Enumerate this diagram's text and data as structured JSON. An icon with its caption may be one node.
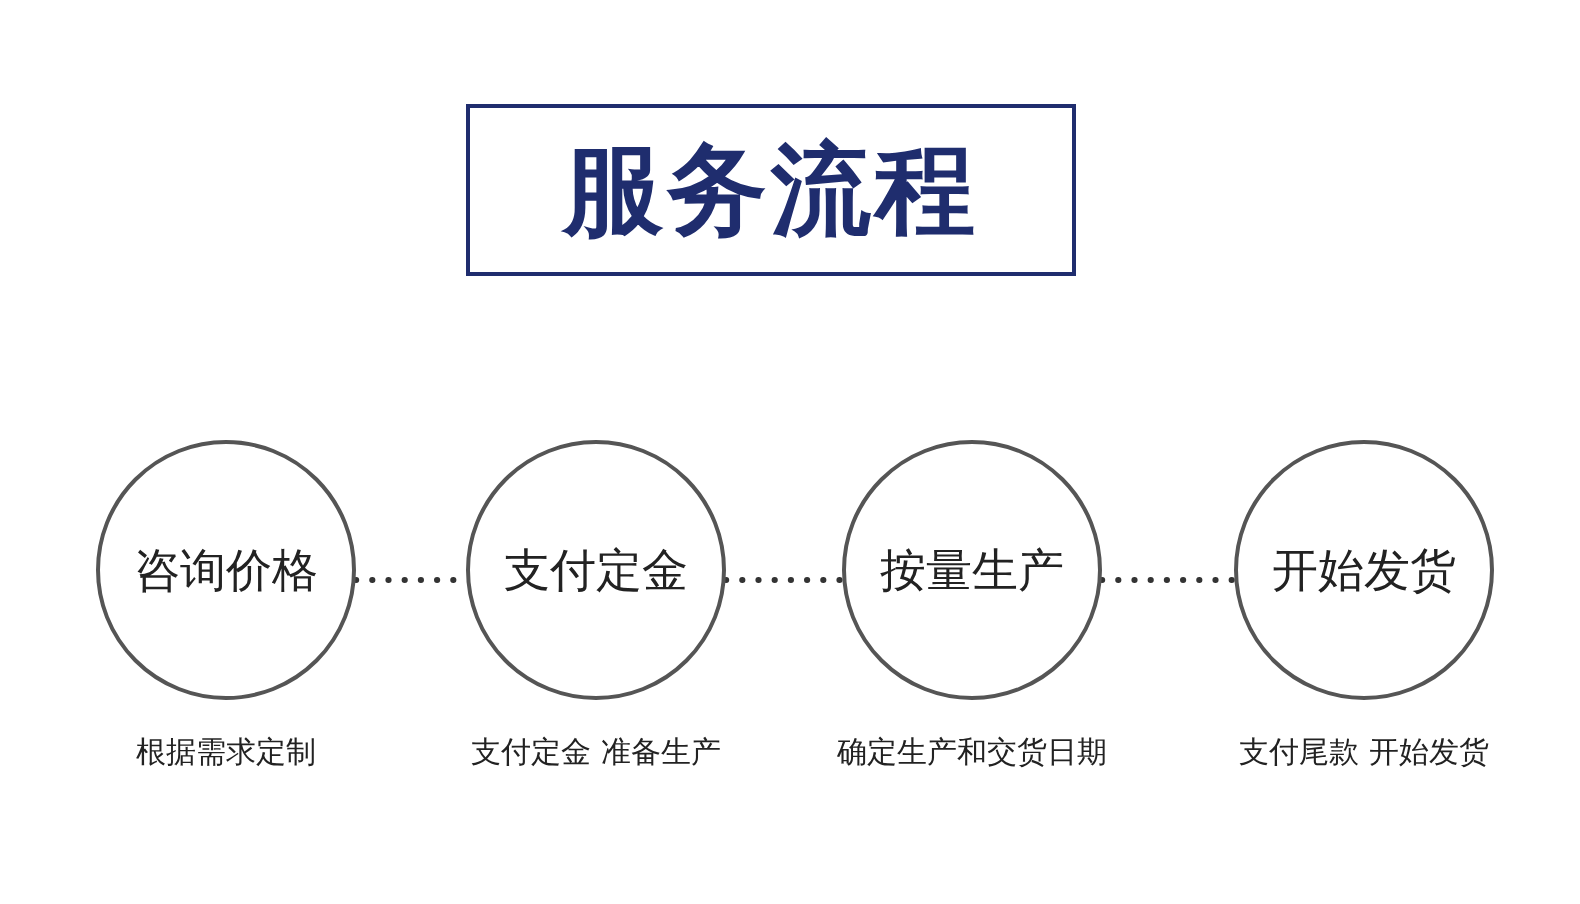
{
  "diagram": {
    "title": "服务流程",
    "nodes": [
      {
        "text": [
          "咨询价格"
        ],
        "beside": [
          "根据需求定制"
        ]
      },
      {
        "text": [
          "支付定金"
        ],
        "beside": [
          "支付定金 准备生产"
        ]
      },
      {
        "text": [
          "按量生产"
        ],
        "beside": [
          "确定生产和交货日期"
        ]
      },
      {
        "text": [
          "开始发货"
        ],
        "beside": [
          "支付尾款 开始发货"
        ]
      }
    ],
    "edges": [
      {
        "from": 0,
        "to": 1,
        "arrow": "none",
        "style": "dashed"
      },
      {
        "from": 1,
        "to": 2,
        "arrow": "none",
        "style": "dashed"
      },
      {
        "from": 2,
        "to": 3,
        "arrow": "none",
        "style": "dashed"
      }
    ]
  }
}
